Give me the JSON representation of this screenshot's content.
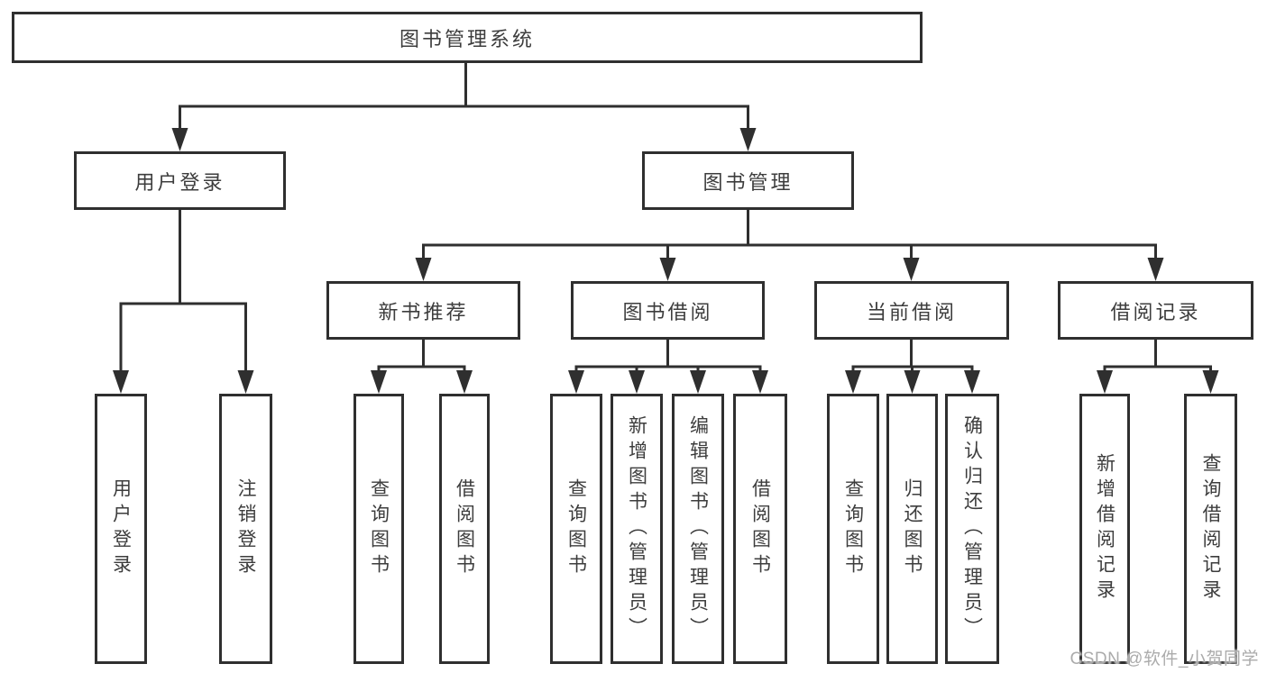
{
  "tree": {
    "root": {
      "label": "图书管理系统"
    },
    "branches": [
      {
        "label": "用户登录",
        "children": [
          {
            "label": "用户登录"
          },
          {
            "label": "注销登录"
          }
        ]
      },
      {
        "label": "图书管理",
        "children": [
          {
            "label": "新书推荐",
            "children": [
              {
                "label": "查询图书"
              },
              {
                "label": "借阅图书"
              }
            ]
          },
          {
            "label": "图书借阅",
            "children": [
              {
                "label": "查询图书"
              },
              {
                "label": "新增图书（管理员）"
              },
              {
                "label": "编辑图书（管理员）"
              },
              {
                "label": "借阅图书"
              }
            ]
          },
          {
            "label": "当前借阅",
            "children": [
              {
                "label": "查询图书"
              },
              {
                "label": "归还图书"
              },
              {
                "label": "确认归还（管理员）"
              }
            ]
          },
          {
            "label": "借阅记录",
            "children": [
              {
                "label": "新增借阅记录"
              },
              {
                "label": "查询借阅记录"
              }
            ]
          }
        ]
      }
    ]
  },
  "watermark": "CSDN @软件_小贺同学",
  "colors": {
    "line": "#2f2f2f",
    "text": "#3d3d3d",
    "watermark": "#ababab",
    "background": "#ffffff"
  }
}
